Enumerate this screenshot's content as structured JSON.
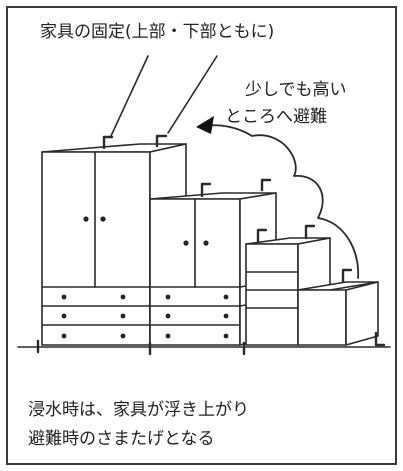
{
  "diagram": {
    "top_label": "家具の固定(上部・下部ともに)",
    "side_label_line1": "少しでも高い",
    "side_label_line2": "ところへ避難",
    "note_line1": "浸水時は、家具が浮き上がり",
    "note_line2": "避難時のさまたげとなる"
  },
  "colors": {
    "ink": "#222222",
    "frame": "#3a3a3a",
    "background": "#ffffff"
  }
}
